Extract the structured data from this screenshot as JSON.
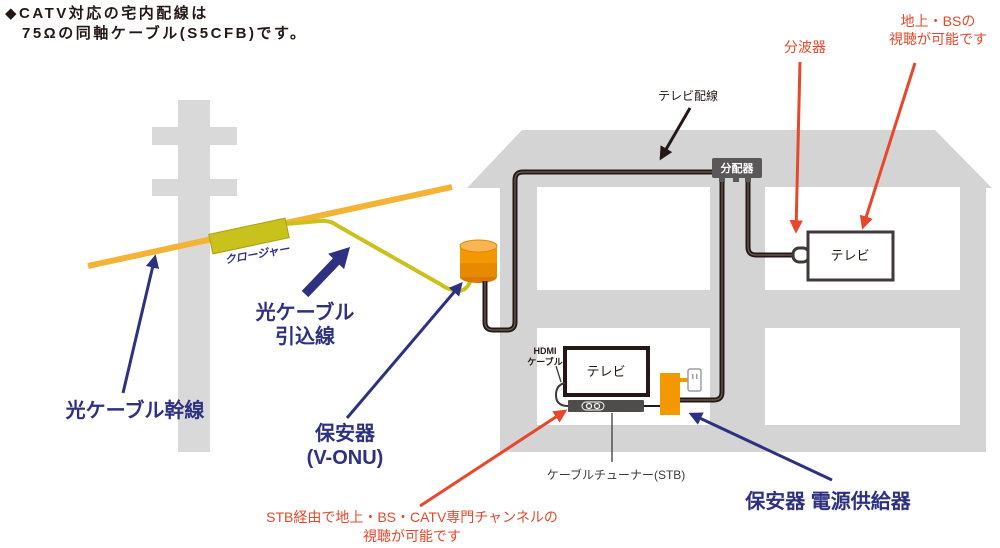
{
  "header": {
    "line1": "◆CATV対応の宅内配線は",
    "line2": "75Ωの同軸ケーブル(S5CFB)です。"
  },
  "outdoor": {
    "trunk_label": "光ケーブル幹線",
    "closure_label": "クロージャー",
    "drop_cable_label": [
      "光ケーブル",
      "引込線"
    ],
    "onu_label": [
      "保安器",
      "(V-ONU)"
    ]
  },
  "upstairs": {
    "tv_wiring_label": "テレビ配線",
    "distributor_label": "分配器",
    "splitter_label": "分波器",
    "tv_label": "テレビ",
    "note": [
      "地上・BSの",
      "視聴が可能です"
    ]
  },
  "downstairs": {
    "hdmi_label": [
      "HDMI",
      "ケーブル"
    ],
    "tv_label": "テレビ",
    "stb_label": "ケーブルチューナー(STB)",
    "power_supply_label": "保安器 電源供給器",
    "note": [
      "STB経由で地上・BS・CATV専門チャンネルの",
      "視聴が可能です"
    ]
  },
  "colors": {
    "label_navy": "#2e3181",
    "note_red": "#e8472b",
    "trunk_cable": "#f5b335",
    "drop_cable": "#c9c11c",
    "device_orange": "#f39800",
    "coax_cable": "#231815",
    "house_gray": "#d4d4d4",
    "pole_gray": "#d9d9d9",
    "distributor_gray": "#595757"
  }
}
